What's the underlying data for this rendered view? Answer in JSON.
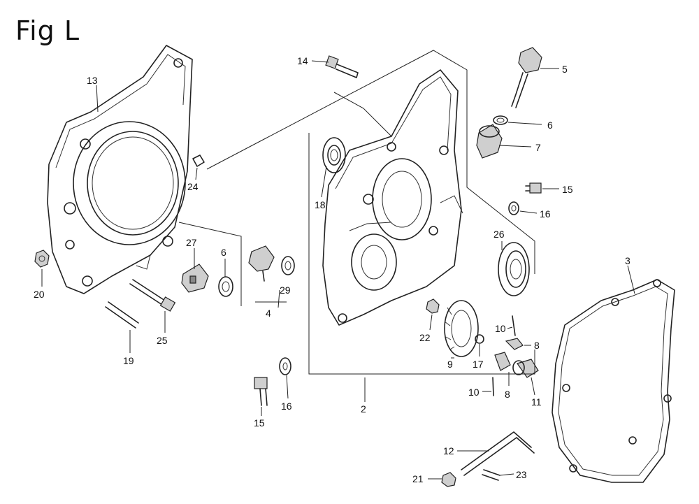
{
  "figure": {
    "title": "Fig L"
  },
  "callouts": [
    {
      "id": "c13",
      "text": "13"
    },
    {
      "id": "c14",
      "text": "14"
    },
    {
      "id": "c5",
      "text": "5"
    },
    {
      "id": "c6a",
      "text": "6"
    },
    {
      "id": "c7",
      "text": "7"
    },
    {
      "id": "c15a",
      "text": "15"
    },
    {
      "id": "c16a",
      "text": "16"
    },
    {
      "id": "c24",
      "text": "24"
    },
    {
      "id": "c18",
      "text": "18"
    },
    {
      "id": "c26",
      "text": "26"
    },
    {
      "id": "c3",
      "text": "3"
    },
    {
      "id": "c27",
      "text": "27"
    },
    {
      "id": "c6b",
      "text": "6"
    },
    {
      "id": "c29",
      "text": "29"
    },
    {
      "id": "c4",
      "text": "4"
    },
    {
      "id": "c20",
      "text": "20"
    },
    {
      "id": "c25",
      "text": "25"
    },
    {
      "id": "c19",
      "text": "19"
    },
    {
      "id": "c22",
      "text": "22"
    },
    {
      "id": "c9",
      "text": "9"
    },
    {
      "id": "c17",
      "text": "17"
    },
    {
      "id": "c10a",
      "text": "10"
    },
    {
      "id": "c8a",
      "text": "8"
    },
    {
      "id": "c10b",
      "text": "10"
    },
    {
      "id": "c8b",
      "text": "8"
    },
    {
      "id": "c11",
      "text": "11"
    },
    {
      "id": "c2",
      "text": "2"
    },
    {
      "id": "c15b",
      "text": "15"
    },
    {
      "id": "c16b",
      "text": "16"
    },
    {
      "id": "c12",
      "text": "12"
    },
    {
      "id": "c21",
      "text": "21"
    },
    {
      "id": "c23",
      "text": "23"
    }
  ]
}
